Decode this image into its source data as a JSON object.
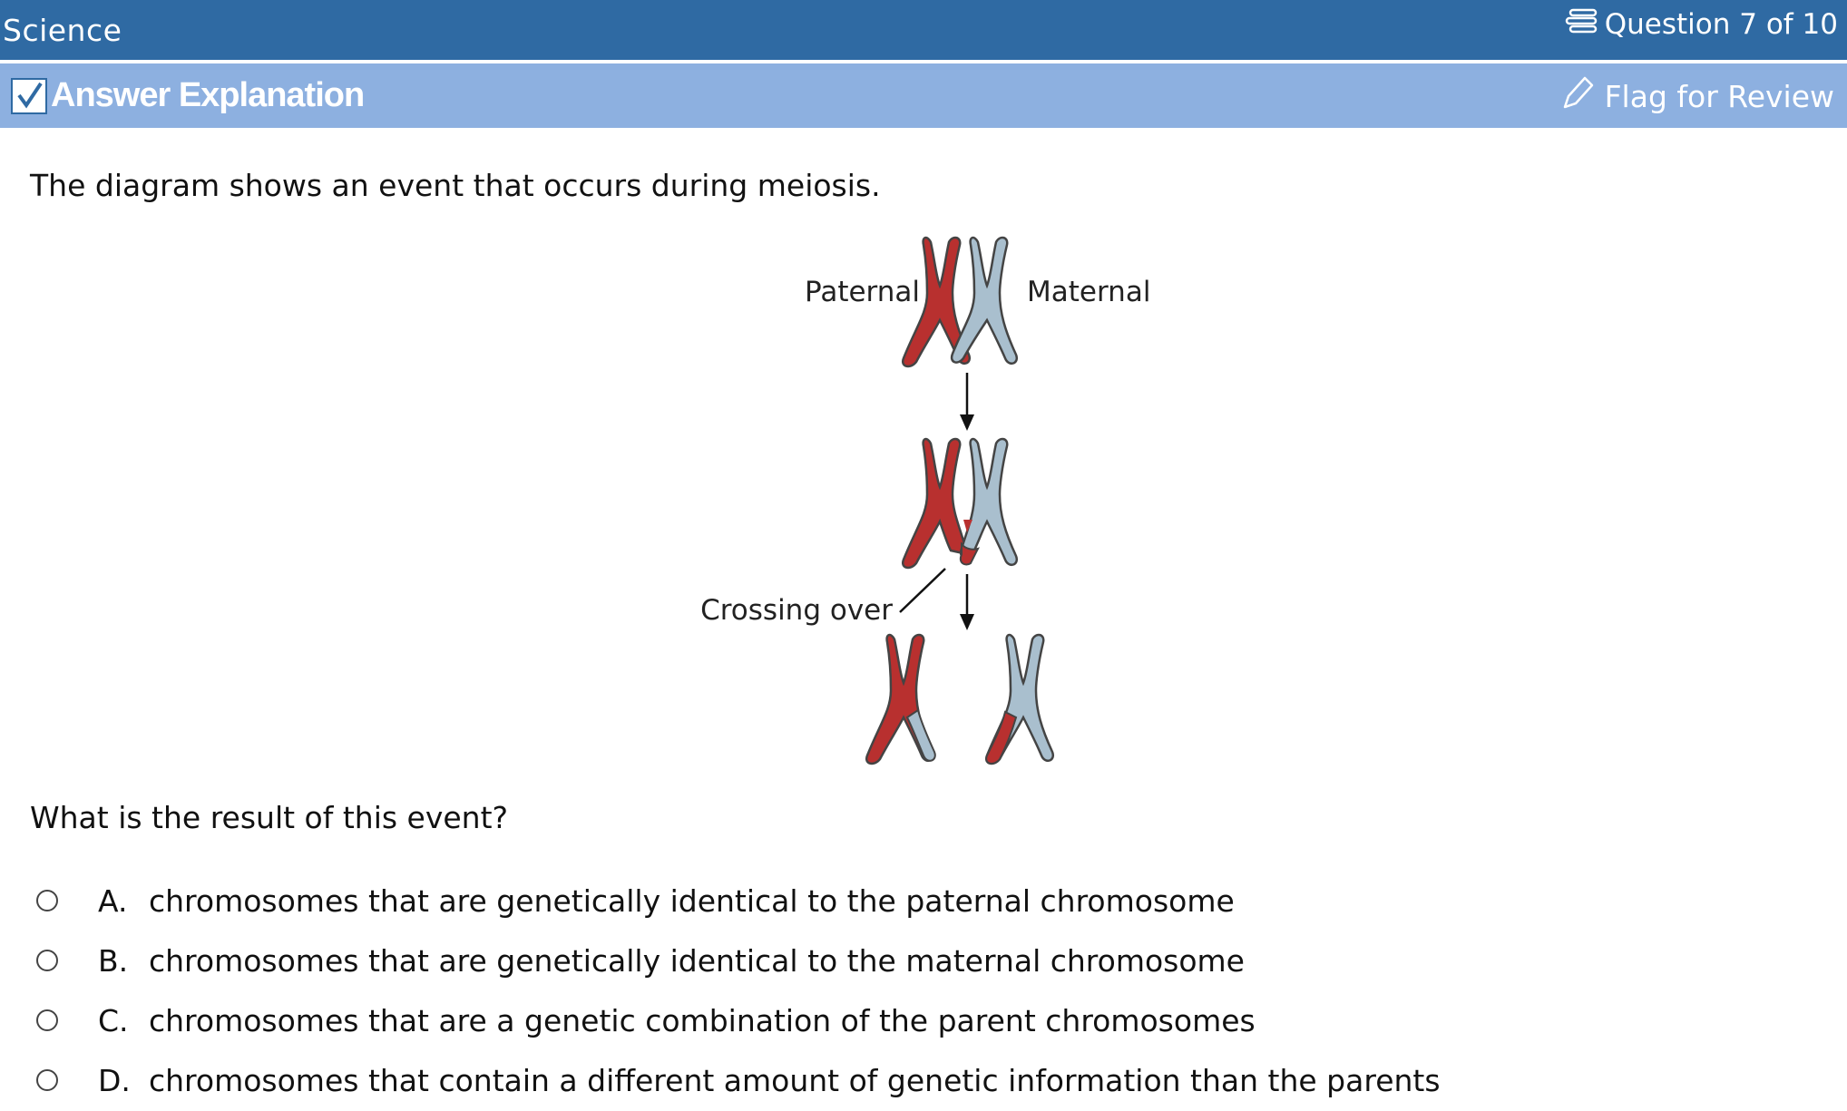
{
  "header": {
    "subject": "Science",
    "question_counter": "Question 7 of 10"
  },
  "subheader": {
    "title": "Answer Explanation",
    "flag_label": "Flag for Review"
  },
  "question": {
    "stem": "The diagram shows an event that occurs during meiosis.",
    "figure": {
      "label_paternal": "Paternal",
      "label_maternal": "Maternal",
      "label_crossing": "Crossing over",
      "colors": {
        "paternal": "#b8302f",
        "maternal": "#a9bfce",
        "outline": "#444444"
      }
    },
    "prompt": "What is the result of this event?",
    "choices": [
      {
        "letter": "A.",
        "text": "chromosomes that are genetically identical to the paternal chromosome"
      },
      {
        "letter": "B.",
        "text": "chromosomes that are genetically identical to the maternal chromosome"
      },
      {
        "letter": "C.",
        "text": "chromosomes that are a genetic combination of the parent chromosomes"
      },
      {
        "letter": "D.",
        "text": "chromosomes that contain a different amount of genetic information than the parents"
      }
    ]
  },
  "icons": {
    "question_counter": "stack-icon",
    "title": "checkbox-icon",
    "flag": "pencil-icon"
  }
}
